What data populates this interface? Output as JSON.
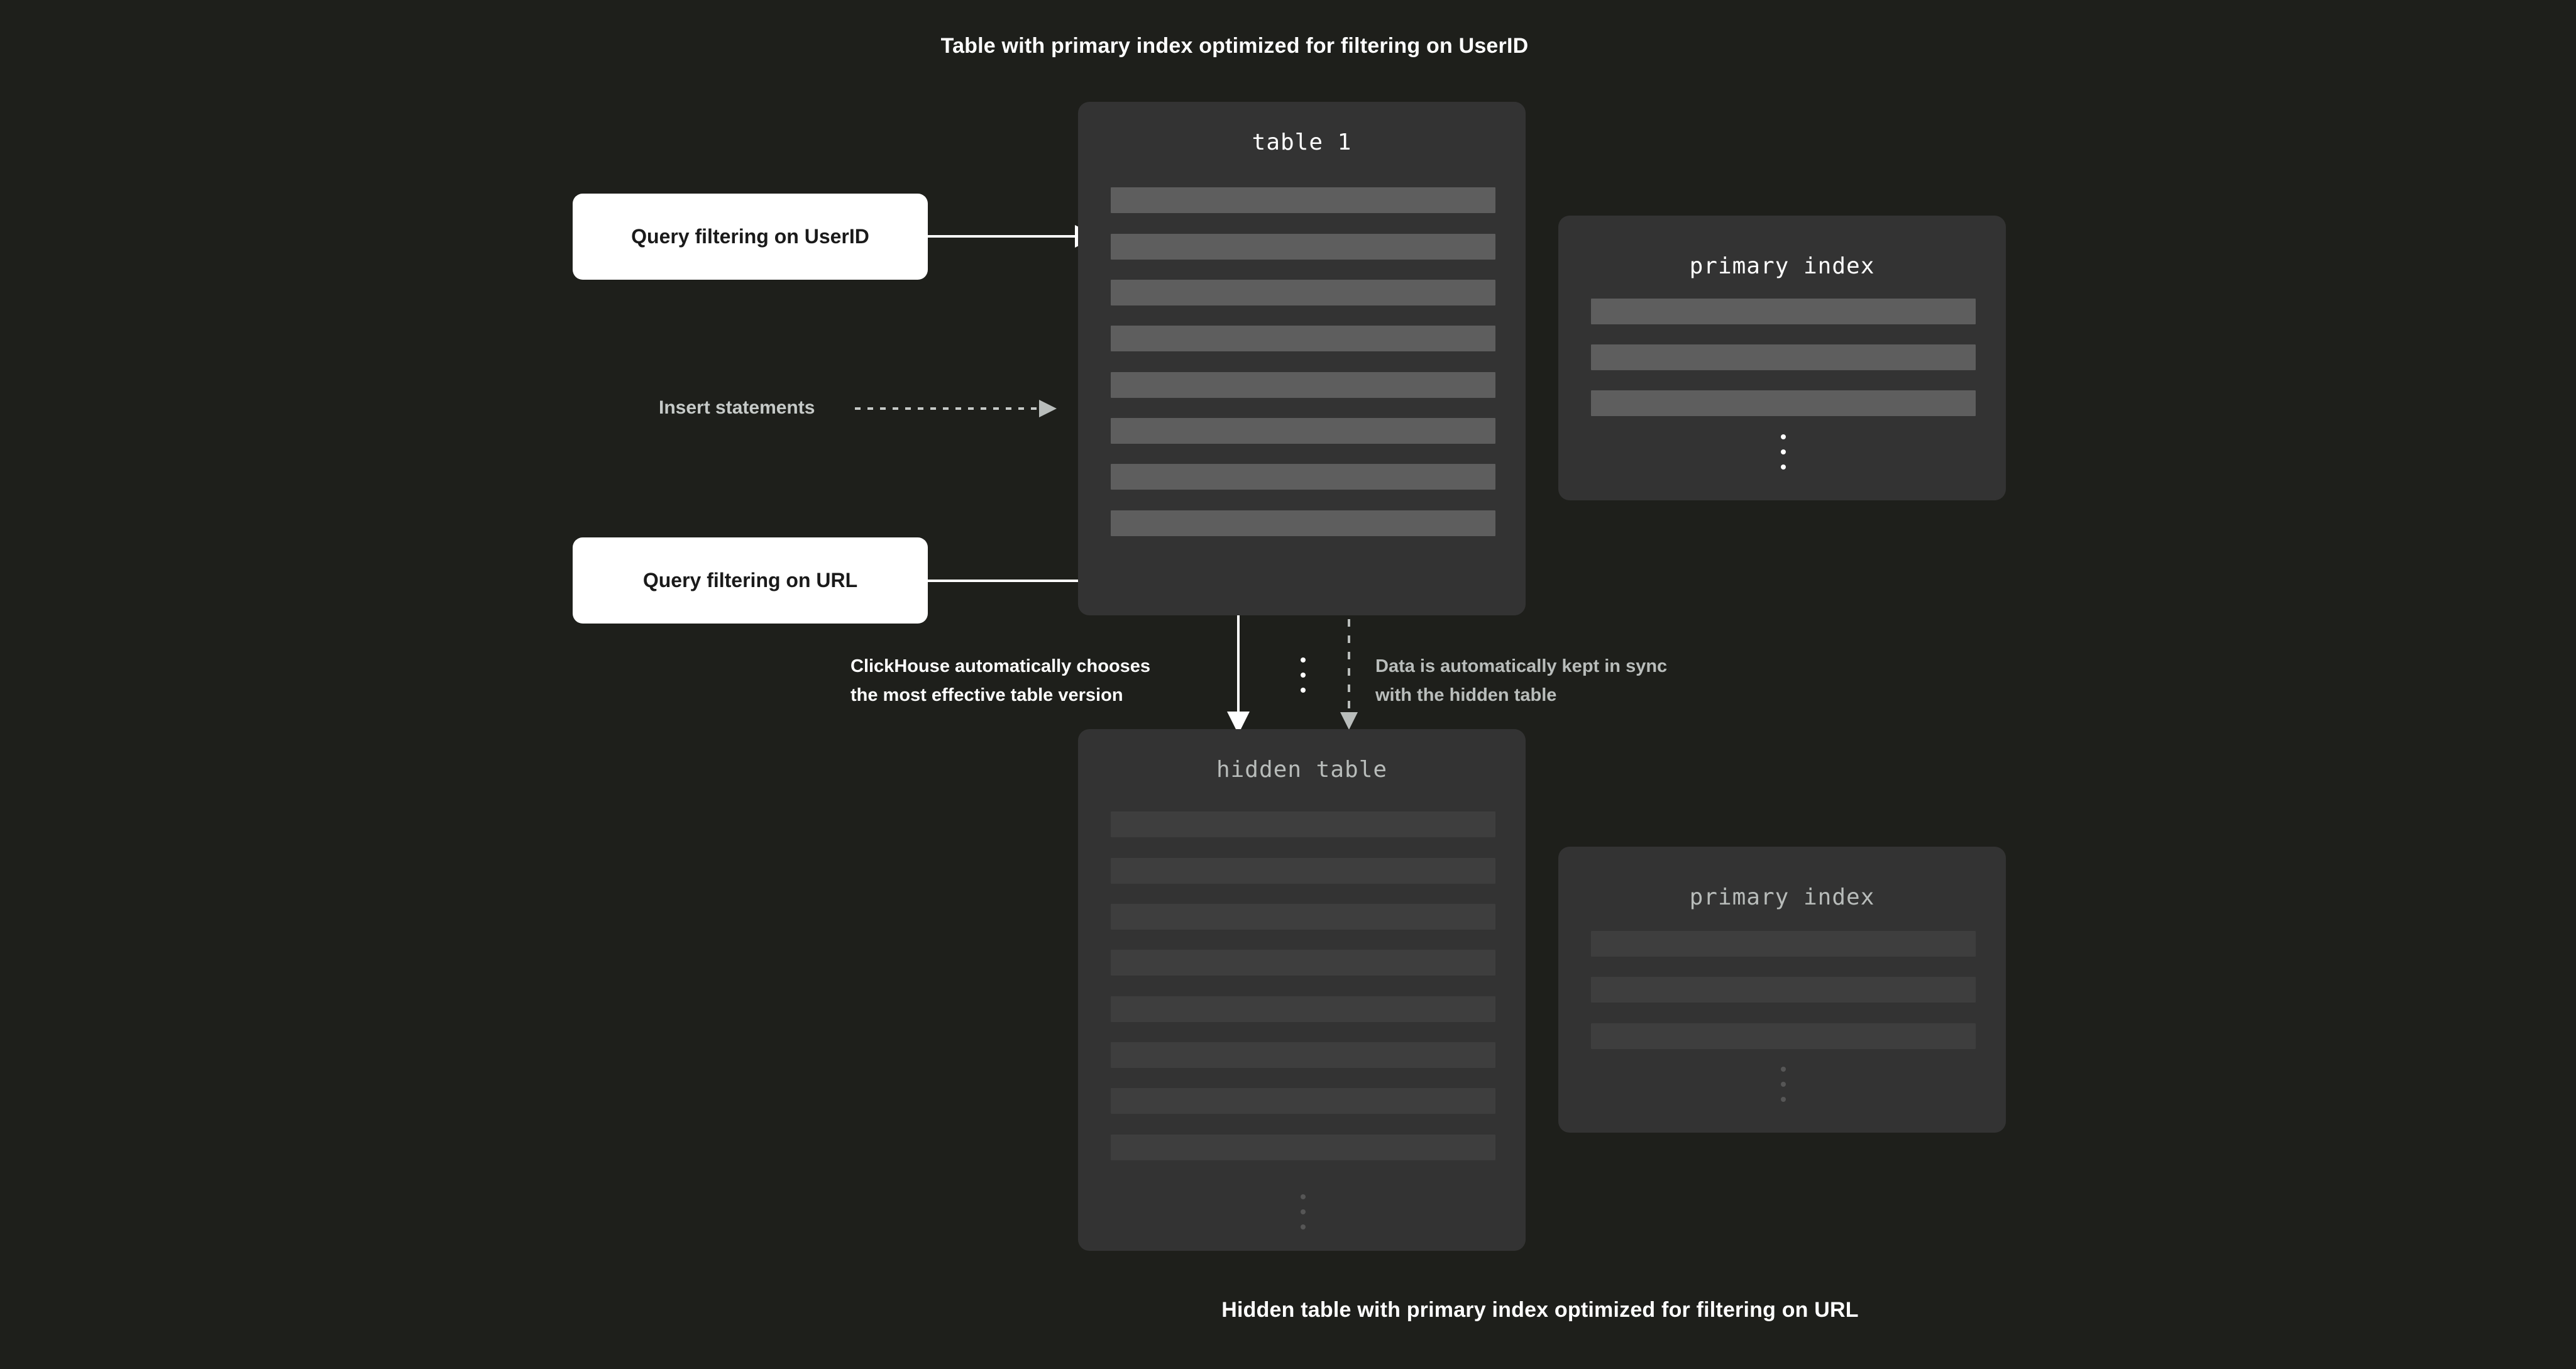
{
  "captions": {
    "top": "Table with primary index optimized for filtering on UserID",
    "bottom": "Hidden table with primary index optimized for filtering on URL"
  },
  "colors": {
    "background": "#1e1f1b",
    "card": "#333333",
    "row_bright": "#5e5e5e",
    "row_dim": "#3e3e3e",
    "text_bright": "#ffffff",
    "text_dim": "#b9bdbb",
    "query_box": "#ffffff",
    "query_box_text": "#1a1a1a"
  },
  "cards": {
    "table1": {
      "title": "table 1",
      "row_count": 8,
      "ellipsis": "vertical-ellipsis"
    },
    "primary_index_top": {
      "title": "primary index",
      "row_count": 3,
      "ellipsis": "vertical-ellipsis"
    },
    "hidden_table": {
      "title": "hidden table",
      "row_count": 8,
      "ellipsis": "vertical-ellipsis"
    },
    "primary_index_bottom": {
      "title": "primary index",
      "row_count": 3,
      "ellipsis": "vertical-ellipsis"
    }
  },
  "query_boxes": {
    "userid": "Query filtering on UserID",
    "url": "Query filtering on URL"
  },
  "annotations": {
    "insert_statements": "Insert statements",
    "chooses_version": "ClickHouse automatically chooses\nthe most effective table version",
    "kept_in_sync": "Data is automatically kept in sync\nwith the hidden table"
  }
}
